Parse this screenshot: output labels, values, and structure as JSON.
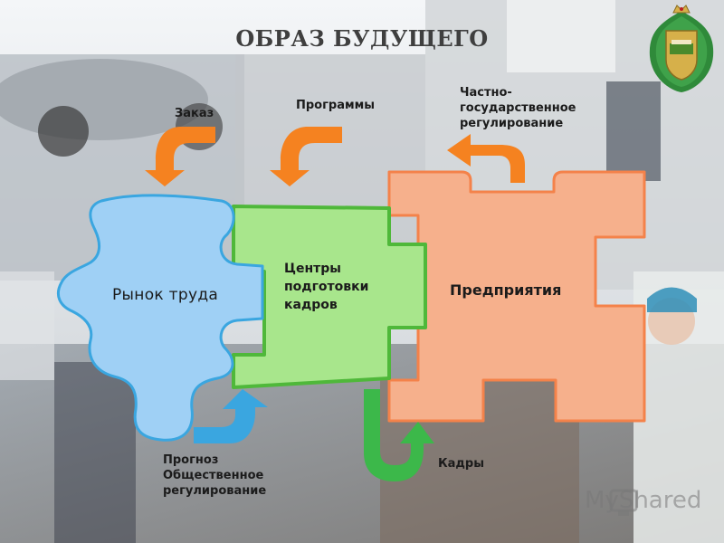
{
  "title": "ОБРАЗ БУДУЩЕГО",
  "pieces": {
    "market": "Рынок труда",
    "centers": "Центры\nподготовки\nкадров",
    "enterprises": "Предприятия"
  },
  "arrows": {
    "order": "Заказ",
    "programs": "Программы",
    "ppp": "Частно-\nгосударственное\nрегулирование",
    "forecast": "Прогноз\nОбщественное\nрегулирование",
    "staff": "Кадры"
  },
  "watermark": "MyShared",
  "colors": {
    "market": "#9fd0f5",
    "centers": "#a8e68c",
    "enterprises": "#f6b08c",
    "orange_arrow": "#f58220",
    "blue_arrow": "#3aa6e0",
    "green_arrow": "#3cb84a"
  }
}
